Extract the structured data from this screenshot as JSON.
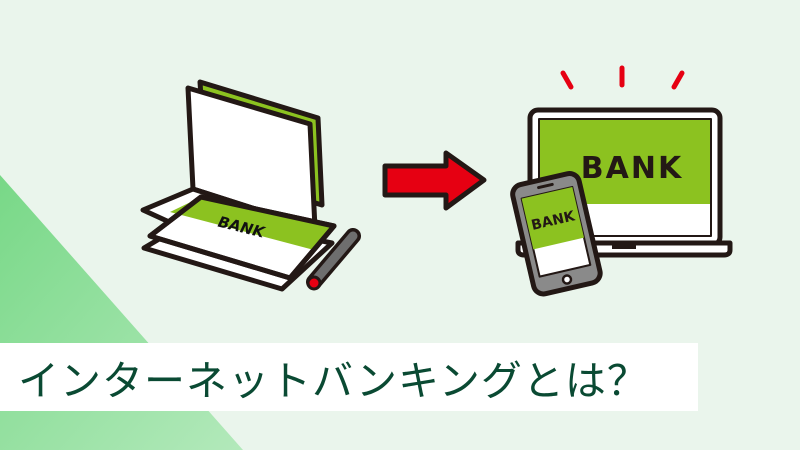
{
  "title": "インターネットバンキングとは？",
  "illustration": {
    "left_label": "BANK",
    "laptop_label": "BANK",
    "phone_label": "BANK",
    "left_description": "passbook-and-pen",
    "right_description": "laptop-and-smartphone",
    "arrow": "arrow-right-icon"
  },
  "colors": {
    "background": "#eaf5ec",
    "triangle_top": "#78d887",
    "triangle_bottom": "#b3e9bb",
    "title_text": "#0a4a33",
    "bank_green": "#8cc220",
    "outline": "#231815",
    "arrow_red": "#e60012",
    "pen_gray": "#6e6e6e"
  }
}
